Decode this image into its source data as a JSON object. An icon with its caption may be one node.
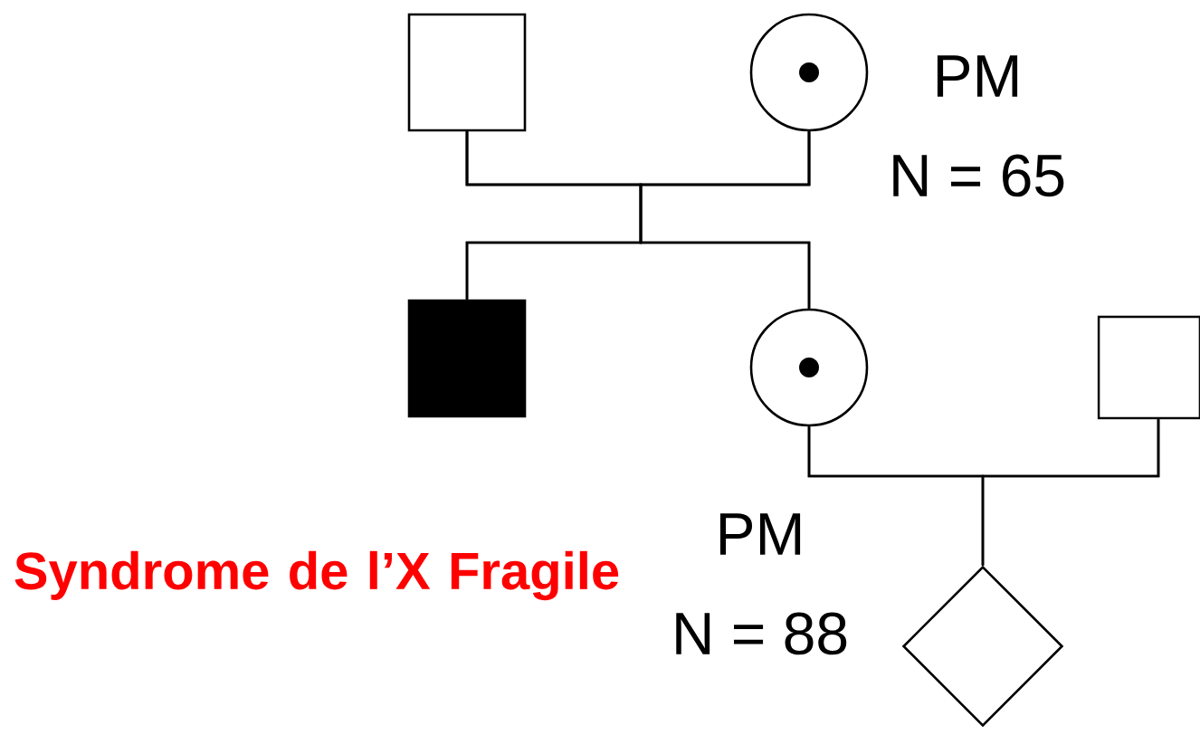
{
  "diagram": {
    "nodes": [
      {
        "text": [],
        "shape": "box"
      },
      {
        "text": [],
        "shape": "circle",
        "beside": [
          "PM",
          "N = 65"
        ]
      },
      {
        "text": [],
        "shape": "box",
        "beside": [
          "Syndrome de l’X Fragile"
        ]
      },
      {
        "text": [],
        "shape": "circle",
        "beside": [
          "PM",
          "N = 88"
        ]
      },
      {
        "text": [],
        "shape": "box"
      },
      {
        "text": [],
        "shape": "diamond"
      }
    ],
    "edges": [
      {
        "from": 0,
        "to": 1,
        "arrow": "none"
      },
      {
        "from": 0,
        "to": 2,
        "arrow": "none"
      },
      {
        "from": 1,
        "to": 2,
        "arrow": "none"
      },
      {
        "from": 0,
        "to": 3,
        "arrow": "none"
      },
      {
        "from": 1,
        "to": 3,
        "arrow": "none"
      },
      {
        "from": 3,
        "to": 4,
        "arrow": "none"
      },
      {
        "from": 3,
        "to": 5,
        "arrow": "none"
      },
      {
        "from": 4,
        "to": 5,
        "arrow": "none"
      }
    ]
  }
}
